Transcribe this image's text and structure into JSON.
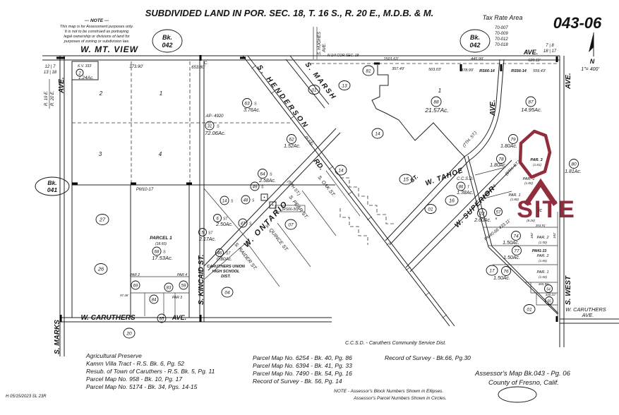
{
  "colors": {
    "maroon": "#912d3c",
    "ink": "#141414",
    "paper": "#ffffff"
  },
  "header": {
    "note_title": "---  NOTE  ---",
    "note_lines": [
      "This map is for Assessment purposes only.",
      "It is not to be construed as portraying",
      "legal ownership or divisions of land for",
      "purposes of zoning or subdivision law."
    ],
    "title": "SUBDIVIDED LAND IN POR. SEC. 18, T. 16 S., R. 20 E., M.D.B. & M.",
    "tax_label": "Tax  Rate  Area",
    "tax_codes": [
      "70-007",
      "70-009",
      "70-012",
      "70-018"
    ],
    "map_number": "043-06",
    "scale": "1\"= 400'",
    "north": "N",
    "bk": "Bk.",
    "bk042": "042",
    "bk041": "041",
    "sec_right_top": "7 | 8",
    "sec_right_bottom": "18 | 17",
    "sec_left_top": "12 | 7",
    "sec_left_bottom": "13 | 18",
    "r19": "R. 19 E.",
    "r20": "R. 20 E."
  },
  "labels": {
    "ave": "AVE.",
    "mt_view": "W.  MT.  VIEW",
    "marks": "S. MARKS",
    "caruthers": "W.  CARUTHERS",
    "kincaid": "S. KINCAID  ST.",
    "west": "S.  WEST",
    "henderson": "S. HENDERSON",
    "henderson_note": "(N 61.)",
    "henderson_rd": "RD.",
    "marsh": "S.  MARSH",
    "st": "ST.",
    "ontario": "W. ONTARIO",
    "oak": "S. OAK  ST.",
    "pear": "S. PEAR  ST.",
    "quince": "S. QUINCE  ST.",
    "raider": "S. RAIDER  ST.",
    "fifth": "(5TH ST.)",
    "seventh": "(7TH. ST.)",
    "eighth": "(8TH. ST.)",
    "tahoe": "W. TAHOE",
    "superior": "W. SUPERIOR",
    "hughes": "S. HUGHES",
    "c_dot": "C.",
    "n_quarter": "N 1/4 COR SEC. 18",
    "d373": "373.90'",
    "d653": "653.80'",
    "d1501": "1501.63'",
    "d445": "445.99'",
    "d620": "620.11'",
    "d357": "357.49'",
    "d503": "503.03'",
    "d378": "378.99'",
    "rs6614": "RS66-14",
    "rs5614": "RS56-14",
    "d559": "559.43'",
    "d353": "353.91'",
    "d365": "365.99'",
    "d340": "340.22'",
    "d97": "97.46'",
    "d826": "(8.26)",
    "d183": "183'",
    "pm1017": "PM10-17",
    "pm4133": "PM41-33",
    "pm5416": "PM54-16",
    "pm4066": "PM40-66  433.11'",
    "rs6630": "(RS66-30)",
    "kv": "K.V. 333'",
    "n1": "1",
    "n2": "2",
    "n3": "3",
    "n4": "4",
    "n5": "5",
    "n6": "6",
    "n13": "13",
    "n14": "14",
    "n15": "15",
    "n16": "16",
    "n17": "17",
    "n20": "20",
    "n22": "22",
    "n26": "26",
    "n27": "27",
    "n31": "31",
    "n46": "46",
    "n47": "47",
    "n48": "48",
    "n49": "49",
    "n54": "54",
    "n55": "55",
    "n57": "57",
    "n59": "59",
    "n62": "62",
    "n63": "63",
    "n64": "64",
    "n65": "65",
    "n68": "68",
    "n69": "69",
    "n74": "74",
    "n76": "76",
    "n77": "77",
    "n78": "78",
    "n79": "79",
    "n80": "80",
    "n81": "81",
    "n83": "83",
    "n84": "84",
    "n86": "86",
    "n87": "87",
    "n88": "88",
    "b01": "01",
    "b04": "04",
    "b07": "07",
    "sfx_s": "S",
    "sfx_st": "ST",
    "sfx_t": "T",
    "a124": "1.24Ac.",
    "a7206": "72.06Ac.",
    "a376": "3.76Ac.",
    "a152": "1.52Ac.",
    "a258": "2.58Ac.",
    "a250": "2.50Ac.",
    "a217": "2.17Ac.",
    "a080": "0.80Ac.",
    "a1753": "17.53Ac.",
    "a2157": "21.57Ac.",
    "a1495": "14.95Ac.",
    "a180": "1.80Ac.",
    "a181": "1.81Ac.",
    "a260": "2.60Ac.",
    "a138": "1.38Ac.",
    "a150": "1.50Ac.",
    "parcel1": "PARCEL 1",
    "p1860": "(18.60)",
    "par2": "PAR 2",
    "par3": "PAR 3",
    "par4": "PAR 4",
    "par_1": "PAR. 1",
    "par_2": "PAR. 2",
    "par_3": "PAR. 3",
    "v181": "(1.81)",
    "v180": "(1.80)",
    "v150": "(1.50)",
    "v165": "(1.65)",
    "ap4920": "AP- 4920",
    "school1": "CARUTHERS UNION",
    "school2": "HIGH SCHOOL",
    "school3": "DIST.",
    "ccsd": "C.C.S.D.",
    "site": "SITE",
    "site_ic": "ic"
  },
  "footer": {
    "refs_left": [
      "Agricultural Preserve",
      "Kamm Villa Tract - R.S. Bk. 6, Pg. 52",
      "Resub. of Town of Caruthers - R.S. Bk. 5, Pg. 11",
      "Parcel Map No. 958 - Bk. 10, Pg. 17",
      "Parcel Map No. 5174 - Bk. 34, Pgs. 14-15"
    ],
    "refs_mid": [
      "Parcel Map No. 6254 - Bk. 40, Pg. 86",
      "Parcel Map No. 6394 - Bk. 41, Pg. 33",
      "Parcel Map No. 7490 - Bk. 54, Pg. 16",
      "Record of Survey - Bk. 56, Pg. 14"
    ],
    "survey": "Record of Survey - Bk.66, Pg.30",
    "assessor_map": "Assessor's  Map  Bk.043 - Pg.  06",
    "county": "County of  Fresno,  Calif.",
    "note1": "NOTE - Assessor's  Block Numbers  Shown in Ellipses.",
    "note2": "Assessor's  Parcel Numbers  Shown in Circles.",
    "ccsd_def": "C.C.S.D. -  Caruthers Community Service Dist.",
    "stamp": "H 05/15/2023 SL 23R"
  }
}
